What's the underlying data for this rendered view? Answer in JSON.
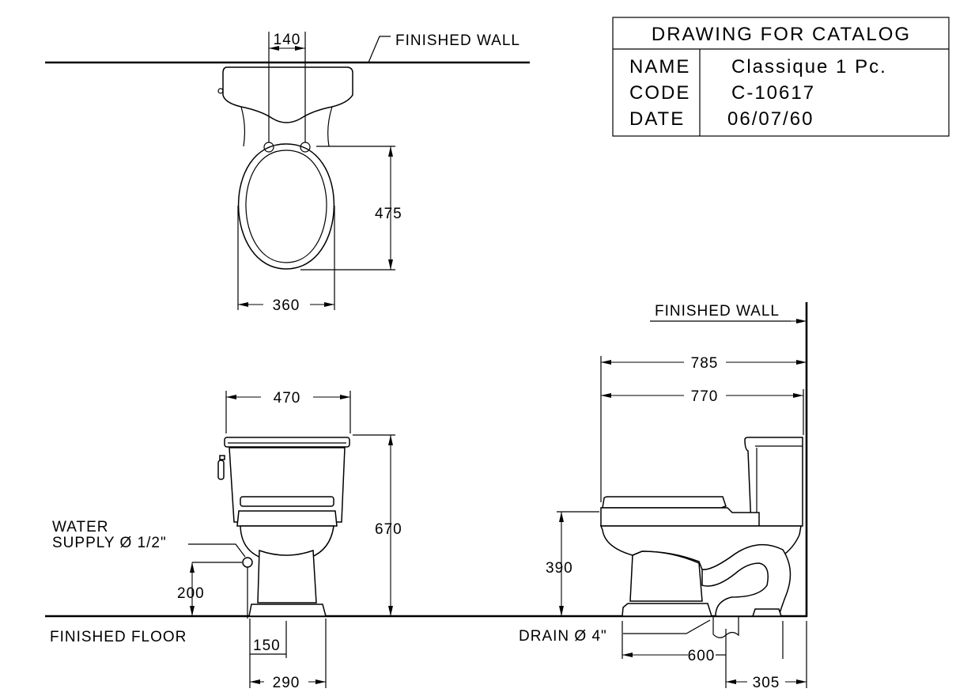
{
  "title_block": {
    "heading": "DRAWING FOR CATALOG",
    "name_label": "NAME",
    "name_value": "Classique 1 Pc.",
    "code_label": "CODE",
    "code_value": "C-10617",
    "date_label": "DATE",
    "date_value": "06/07/60"
  },
  "labels": {
    "finished_wall_top": "FINISHED WALL",
    "finished_wall_side": "FINISHED WALL",
    "finished_floor": "FINISHED FLOOR",
    "water_supply_1": "WATER",
    "water_supply_2": "SUPPLY Ø 1/2\"",
    "drain": "DRAIN Ø 4\""
  },
  "dimensions": {
    "top_bolt_spacing": "140",
    "top_bowl_length": "475",
    "top_bowl_width": "360",
    "front_tank_width": "470",
    "front_height": "670",
    "front_supply_height": "200",
    "front_base_offset": "150",
    "front_base_width": "290",
    "side_overall_depth": "785",
    "side_depth": "770",
    "side_seat_height": "390",
    "side_rough_in_front": "600",
    "side_rough_in": "305"
  }
}
